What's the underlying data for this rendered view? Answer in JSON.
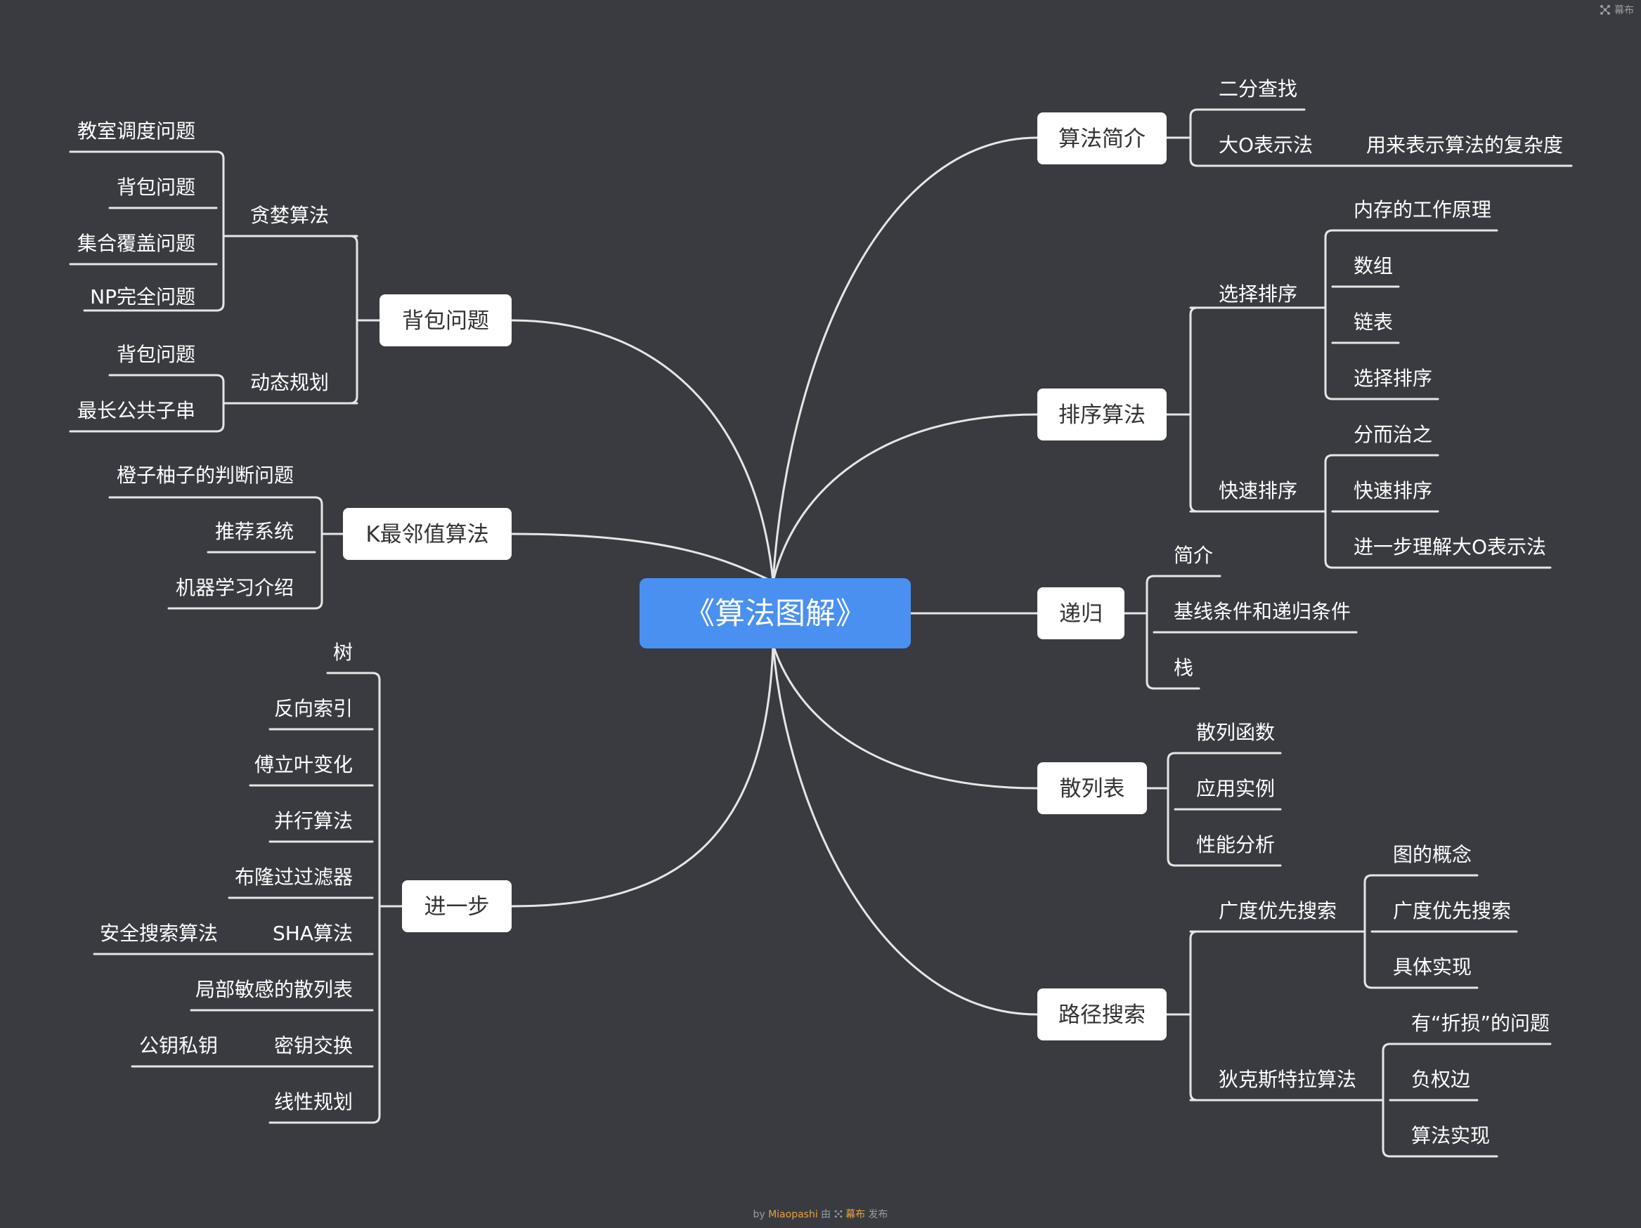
{
  "root": "《算法图解》",
  "right": [
    {
      "label": "算法简介",
      "children": [
        {
          "label": "二分查找"
        },
        {
          "label": "大O表示法",
          "children": [
            {
              "label": "用来表示算法的复杂度"
            }
          ]
        }
      ]
    },
    {
      "label": "排序算法",
      "children": [
        {
          "label": "选择排序",
          "children": [
            {
              "label": "内存的工作原理"
            },
            {
              "label": "数组"
            },
            {
              "label": "链表"
            },
            {
              "label": "选择排序"
            }
          ]
        },
        {
          "label": "快速排序",
          "children": [
            {
              "label": "分而治之"
            },
            {
              "label": "快速排序"
            },
            {
              "label": "进一步理解大O表示法"
            }
          ]
        }
      ]
    },
    {
      "label": "递归",
      "children": [
        {
          "label": "简介"
        },
        {
          "label": "基线条件和递归条件"
        },
        {
          "label": "栈"
        }
      ]
    },
    {
      "label": "散列表",
      "children": [
        {
          "label": "散列函数"
        },
        {
          "label": "应用实例"
        },
        {
          "label": "性能分析"
        }
      ]
    },
    {
      "label": "路径搜索",
      "children": [
        {
          "label": "广度优先搜索",
          "children": [
            {
              "label": "图的概念"
            },
            {
              "label": "广度优先搜索"
            },
            {
              "label": "具体实现"
            }
          ]
        },
        {
          "label": "狄克斯特拉算法",
          "children": [
            {
              "label": "有“折损”的问题"
            },
            {
              "label": "负权边"
            },
            {
              "label": "算法实现"
            }
          ]
        }
      ]
    }
  ],
  "left": [
    {
      "label": "背包问题",
      "children": [
        {
          "label": "贪婪算法",
          "children": [
            {
              "label": "教室调度问题"
            },
            {
              "label": "背包问题"
            },
            {
              "label": "集合覆盖问题"
            },
            {
              "label": "NP完全问题"
            }
          ]
        },
        {
          "label": "动态规划",
          "children": [
            {
              "label": "背包问题"
            },
            {
              "label": "最长公共子串"
            }
          ]
        }
      ]
    },
    {
      "label": "K最邻值算法",
      "children": [
        {
          "label": "橙子柚子的判断问题"
        },
        {
          "label": "推荐系统"
        },
        {
          "label": "机器学习介绍"
        }
      ]
    },
    {
      "label": "进一步",
      "children": [
        {
          "label": "树"
        },
        {
          "label": "反向索引"
        },
        {
          "label": "傅立叶变化"
        },
        {
          "label": "并行算法"
        },
        {
          "label": "布隆过过滤器"
        },
        {
          "label": "SHA算法",
          "children": [
            {
              "label": "安全搜索算法"
            }
          ]
        },
        {
          "label": "局部敏感的散列表"
        },
        {
          "label": "密钥交换",
          "children": [
            {
              "label": "公钥私钥"
            }
          ]
        },
        {
          "label": "线性规划"
        }
      ]
    }
  ],
  "brand": {
    "name": "幕布",
    "icon": "mubu-logo-icon"
  },
  "footer": {
    "by": "by",
    "author": "Miaopashi",
    "via": "由",
    "brand": "幕布",
    "publish": "发布"
  }
}
